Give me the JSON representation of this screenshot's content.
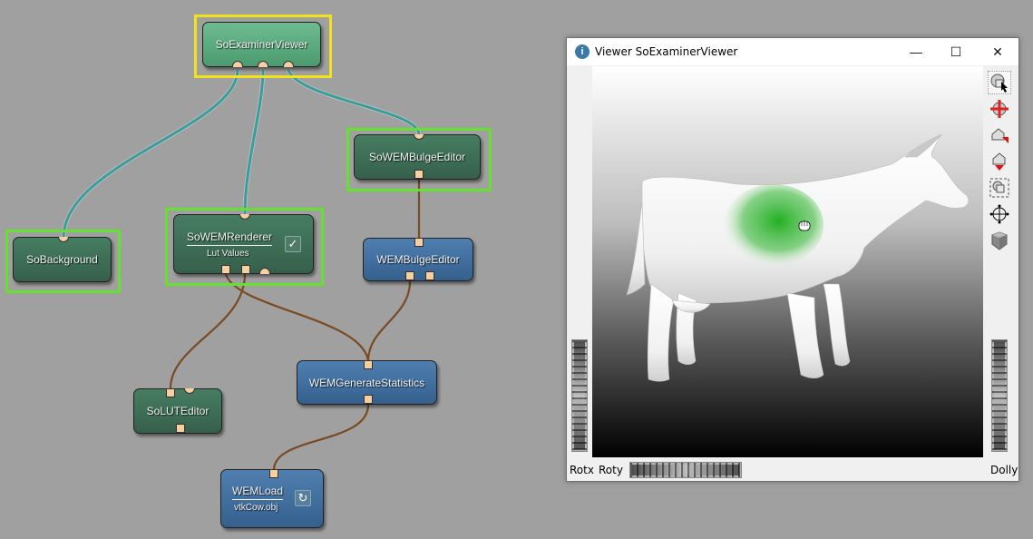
{
  "network": {
    "modules": [
      {
        "id": "soexaminerviewer",
        "label": "SoExaminerViewer",
        "type": "inventor",
        "selected": "yellow"
      },
      {
        "id": "sobackground",
        "label": "SoBackground",
        "type": "inventor",
        "selected": "green"
      },
      {
        "id": "sowemrenderer",
        "label": "SoWEMRenderer",
        "sublabel": "Lut Values",
        "type": "inventor",
        "selected": "green",
        "checkbox": true
      },
      {
        "id": "sowembulgeeditor",
        "label": "SoWEMBulgeEditor",
        "type": "inventor",
        "selected": "green"
      },
      {
        "id": "wembulgeeditor",
        "label": "WEMBulgeEditor",
        "type": "ml"
      },
      {
        "id": "wemgeneratestatistics",
        "label": "WEMGenerateStatistics",
        "type": "ml"
      },
      {
        "id": "solutededitor",
        "label": "SoLUTEditor",
        "type": "inventor"
      },
      {
        "id": "wemload",
        "label": "WEMLoad",
        "sublabel": "vtkCow.obj",
        "type": "ml",
        "reload_button": true
      }
    ],
    "colors": {
      "background": "#a0a0a0",
      "inventor_module": "#3f6e56",
      "ml_module": "#416f9f",
      "selection_green": "#66e030",
      "selection_yellow": "#f2e21a",
      "inventor_connection": "#3d9b9b",
      "ml_connection": "#7a4a22"
    }
  },
  "viewer": {
    "title": "Viewer SoExaminerViewer",
    "window_buttons": {
      "minimize": "—",
      "maximize": "☐",
      "close": "✕"
    },
    "tools": [
      "pick-mode-icon",
      "view-mode-icon",
      "home-icon",
      "set-home-icon",
      "view-all-icon",
      "seek-icon",
      "perspective-icon"
    ],
    "labels": {
      "rotx": "Rotx",
      "roty": "Roty",
      "dolly": "Dolly"
    },
    "scene": "cow mesh with green bulge highlight"
  }
}
